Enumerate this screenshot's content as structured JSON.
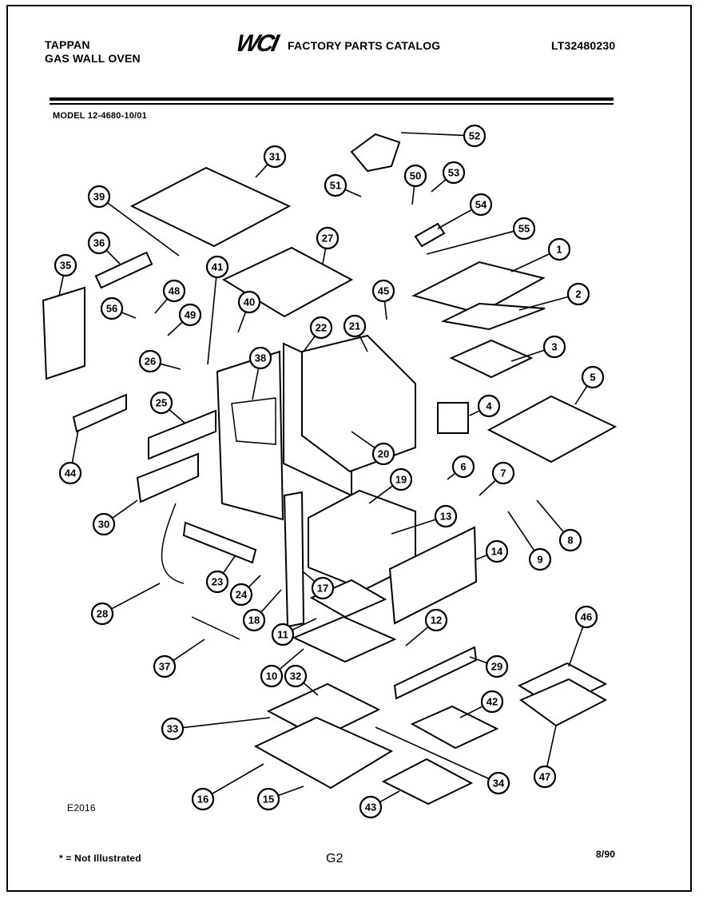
{
  "header": {
    "brand_line1": "TAPPAN",
    "brand_line2": "GAS WALL OVEN",
    "logo_text": "WCI",
    "catalog_title": "FACTORY PARTS CATALOG",
    "catalog_number": "LT32480230",
    "model": "MODEL 12-4680-10/01"
  },
  "callouts": [
    "1",
    "2",
    "3",
    "4",
    "5",
    "6",
    "7",
    "8",
    "9",
    "10",
    "11",
    "12",
    "13",
    "14",
    "15",
    "16",
    "17",
    "18",
    "19",
    "20",
    "21",
    "22",
    "23",
    "24",
    "25",
    "26",
    "27",
    "28",
    "29",
    "30",
    "31",
    "32",
    "33",
    "34",
    "35",
    "36",
    "37",
    "38",
    "39",
    "40",
    "41",
    "42",
    "43",
    "44",
    "45",
    "46",
    "47",
    "48",
    "49",
    "50",
    "51",
    "52",
    "53",
    "54",
    "55",
    "56"
  ],
  "footer": {
    "diagram_code": "E2016",
    "footnote": "* = Not Illustrated",
    "page": "G2",
    "date": "8/90"
  }
}
